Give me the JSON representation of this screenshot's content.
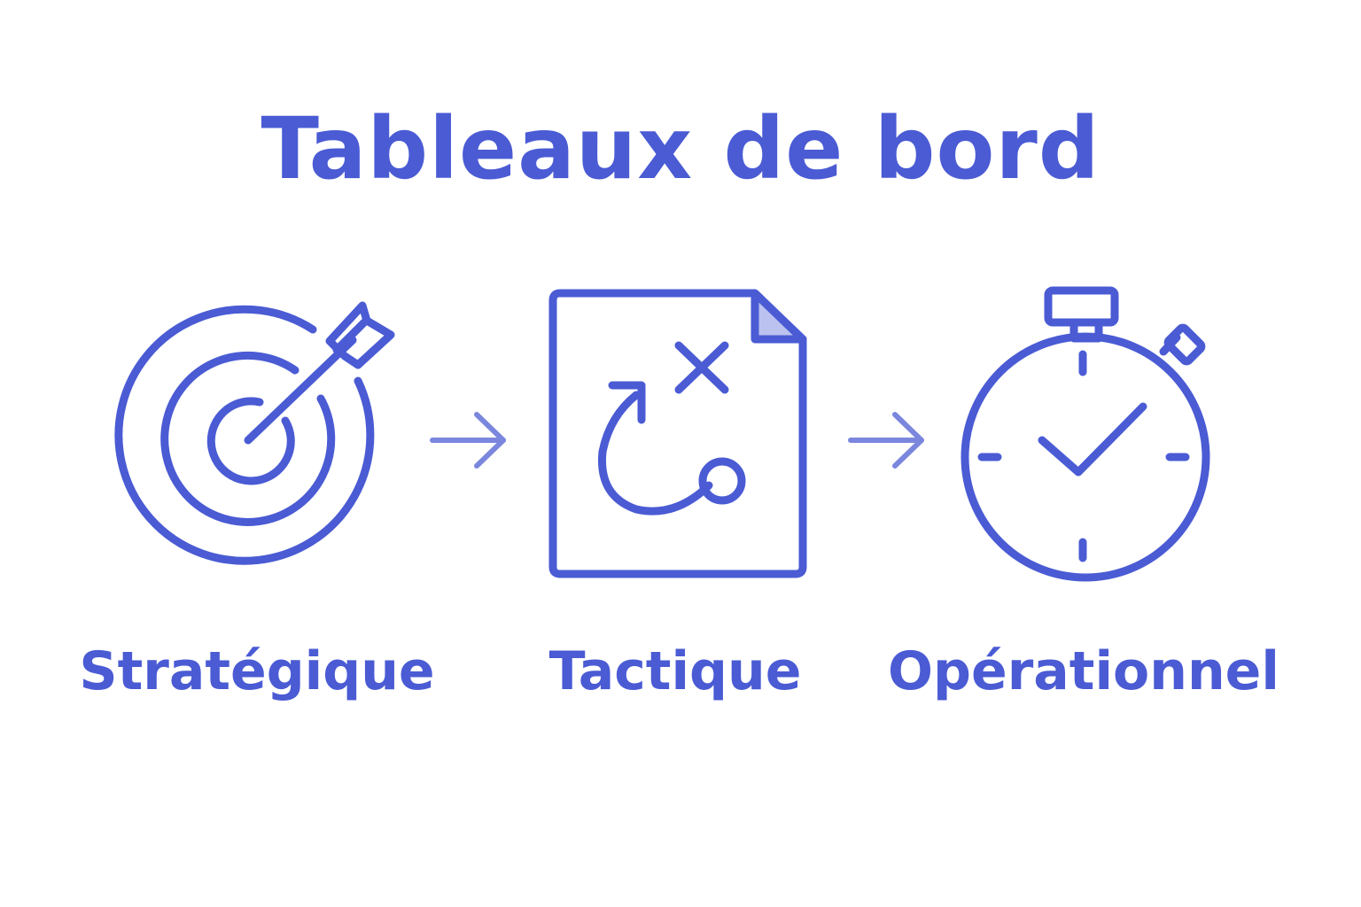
{
  "title": "Tableaux de bord",
  "colors": {
    "primary": "#4a5bd4",
    "arrow": "#7b86dd",
    "fold_fill": "#bcc2ef"
  },
  "steps": [
    {
      "label": "Stratégique",
      "icon": "target-arrow-icon"
    },
    {
      "label": "Tactique",
      "icon": "tactic-plan-icon"
    },
    {
      "label": "Opérationnel",
      "icon": "stopwatch-check-icon"
    }
  ]
}
